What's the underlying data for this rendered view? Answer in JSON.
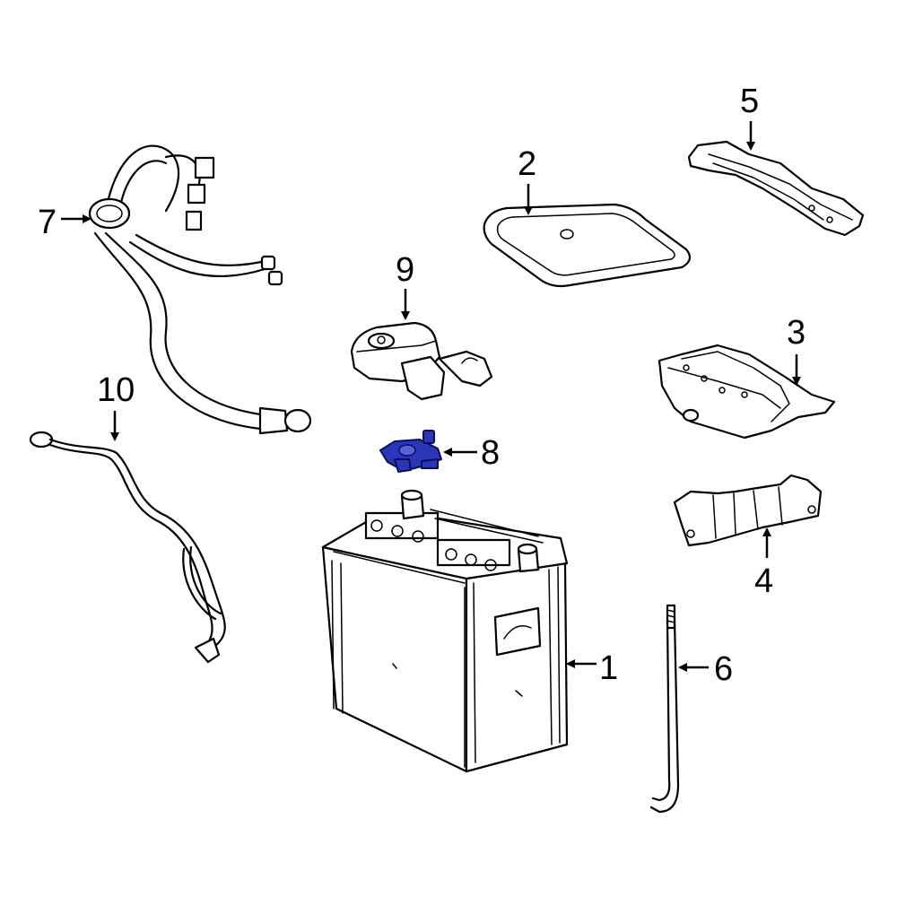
{
  "diagram": {
    "callouts": {
      "battery": "1",
      "tray_cover": "2",
      "battery_tray": "3",
      "tray_bracket": "4",
      "hold_down_clamp": "5",
      "hold_down_rod": "6",
      "positive_cable": "7",
      "terminal_clamp": "8",
      "terminal_cover": "9",
      "ground_cable": "10"
    },
    "highlight_color": "#2b35b8",
    "highlighted_part": "8"
  }
}
